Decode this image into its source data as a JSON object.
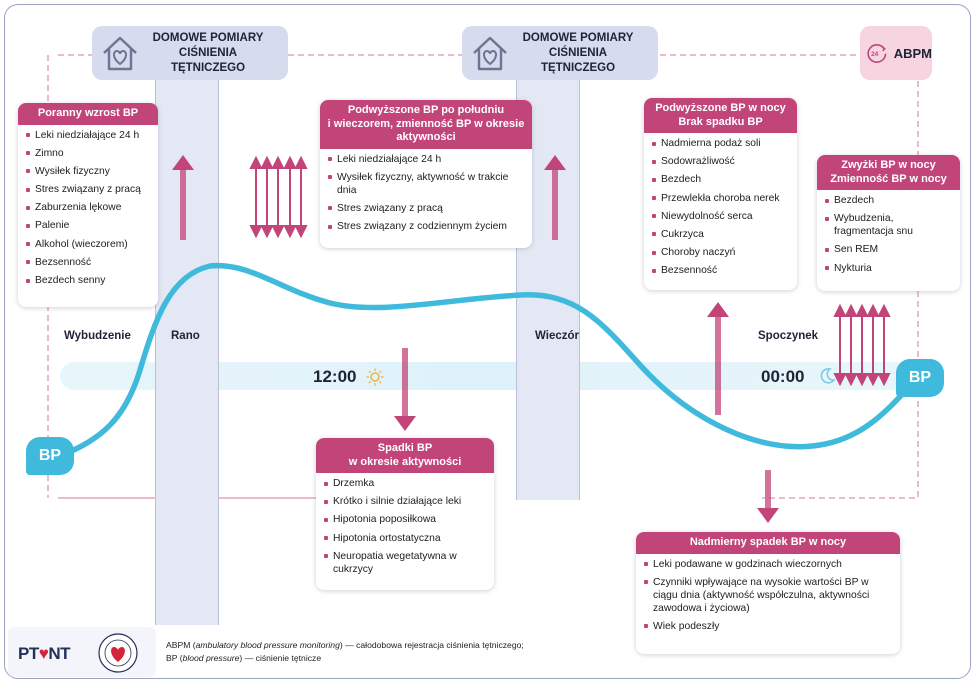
{
  "colors": {
    "accent": "#c2457a",
    "curve": "#3fb9dc",
    "band": "#e4e8f4",
    "header_box": "#d7dbee",
    "abpm_box": "#f6d4e0"
  },
  "home_measurements": [
    {
      "title": "DOMOWE POMIARY\nCIŚNIENIA TĘTNICZEGO",
      "icon": "house-heart-icon"
    },
    {
      "title": "DOMOWE POMIARY\nCIŚNIENIA TĘTNICZEGO",
      "icon": "house-heart-icon"
    }
  ],
  "abpm": {
    "title": "ABPM",
    "icon": "clock-24h-icon"
  },
  "labels": {
    "wake": "Wybudzenie",
    "morning": "Rano",
    "evening": "Wieczór",
    "rest": "Spoczynek",
    "noon": "12:00",
    "midnight": "00:00",
    "bp_left": "BP",
    "bp_right": "BP"
  },
  "icons": {
    "sun": "sun-icon",
    "moon": "moon-icon"
  },
  "cards": {
    "morning_rise": {
      "title": "Poranny wzrost BP",
      "items": [
        "Leki niedziałające 24 h",
        "Zimno",
        "Wysiłek fizyczny",
        "Stres związany z pracą",
        "Zaburzenia lękowe",
        "Palenie",
        "Alkohol (wieczorem)",
        "Bezsenność",
        "Bezdech senny"
      ]
    },
    "afternoon_high": {
      "title": "Podwyższone BP po południu\ni wieczorem, zmienność BP w okresie\naktywności",
      "items": [
        "Leki niedziałające 24 h",
        "Wysiłek fizyczny, aktywność w trakcie dnia",
        "Stres związany z pracą",
        "Stres związany z codziennym życiem"
      ]
    },
    "activity_drops": {
      "title": "Spadki BP\nw okresie aktywności",
      "items": [
        "Drzemka",
        "Krótko i silnie działające leki",
        "Hipotonia poposiłkowa",
        "Hipotonia ortostatyczna",
        "Neuropatia wegetatywna w cukrzycy"
      ]
    },
    "night_high": {
      "title": "Podwyższone BP w nocy\nBrak spadku BP",
      "items": [
        "Nadmierna podaż soli",
        "Sodowrażliwość",
        "Bezdech",
        "Przewlekła choroba nerek",
        "Niewydolność serca",
        "Cukrzyca",
        "Choroby naczyń",
        "Bezsenność"
      ]
    },
    "night_spikes": {
      "title": "Zwyżki BP w nocy\nZmienność BP w nocy",
      "items": [
        "Bezdech",
        "Wybudzenia, fragmentacja snu",
        "Sen REM",
        "Nykturia"
      ]
    },
    "night_drop": {
      "title": "Nadmierny spadek BP w nocy",
      "items": [
        "Leki podawane w godzinach wieczornych",
        "Czynniki wpływające na wysokie wartości BP w ciągu dnia (aktywność współczulna, aktywności zawodowa i życiowa)",
        "Wiek podeszły"
      ]
    }
  },
  "footer": {
    "line1_a": "ABPM (",
    "line1_i": "ambulatory blood pressure monitoring",
    "line1_b": ") — całodobowa rejestracja ciśnienia tętniczego;",
    "line2_a": "BP (",
    "line2_i": "blood pressure",
    "line2_b": ") — ciśnienie tętnicze",
    "logo_pt": "PT",
    "logo_nt": "NT",
    "seal_logo": "cardiology-society-seal-logo"
  }
}
